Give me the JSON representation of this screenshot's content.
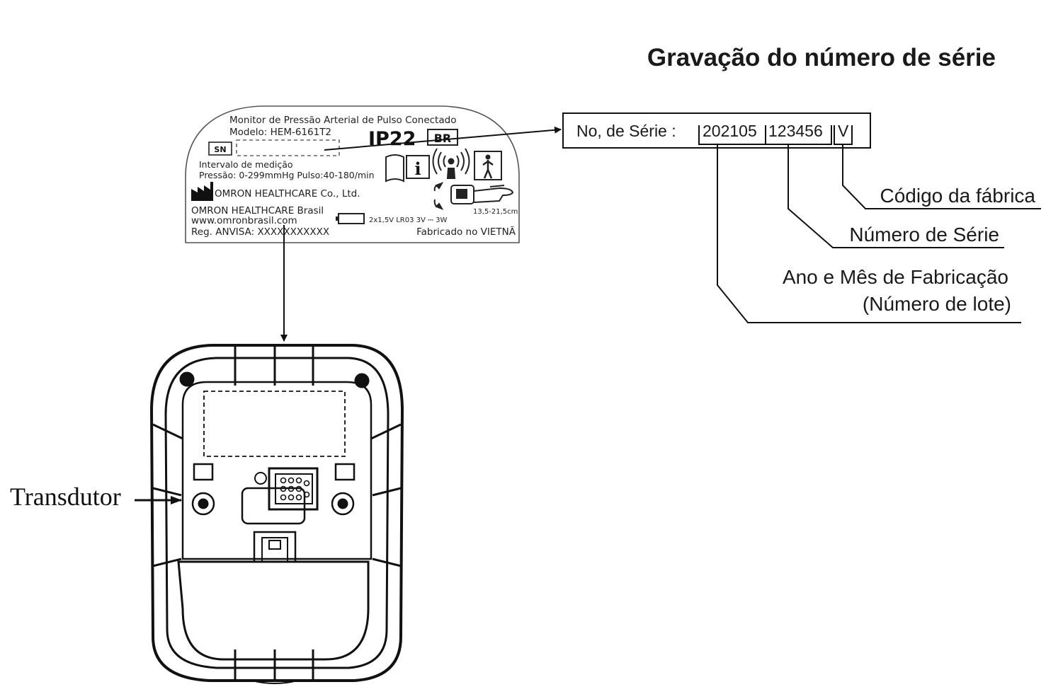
{
  "title": "Gravação do número de série",
  "serial_box": {
    "prefix": "No, de Série :",
    "date_part": "202105",
    "serial_part": "123456",
    "factory_part": "V"
  },
  "callouts": {
    "factory_code": "Código da fábrica",
    "serial_number": "Número de Série",
    "year_month_line1": "Ano e Mês de Fabricação",
    "year_month_line2": "(Número de lote)"
  },
  "label_plate": {
    "line1": "Monitor de Pressão Arterial de Pulso Conectado",
    "model": "Modelo: HEM-6161T2",
    "ip_rating": "IP22",
    "country": "BR",
    "sn_tag": "SN",
    "range_title": "Intervalo de medição",
    "range_values": "Pressão: 0-299mmHg  Pulso:40-180/min",
    "manufacturer": "OMRON HEALTHCARE Co., Ltd.",
    "distributor": "OMRON HEALTHCARE Brasil",
    "website": "www.omronbrasil.com",
    "registration": "Reg. ANVISA: XXXXXXXXXXX",
    "battery": "2x1,5V LR03 3V ⎓ 3W",
    "wrist_size": "13,5-21,5cm",
    "made_in": "Fabricado no VIETNÃ"
  },
  "device_label": "Transdutor",
  "icons": [
    "manual-icon",
    "info-icon",
    "wireless-icon",
    "body-type-bf-icon",
    "factory-icon",
    "wrist-cuff-icon",
    "battery-icon"
  ]
}
